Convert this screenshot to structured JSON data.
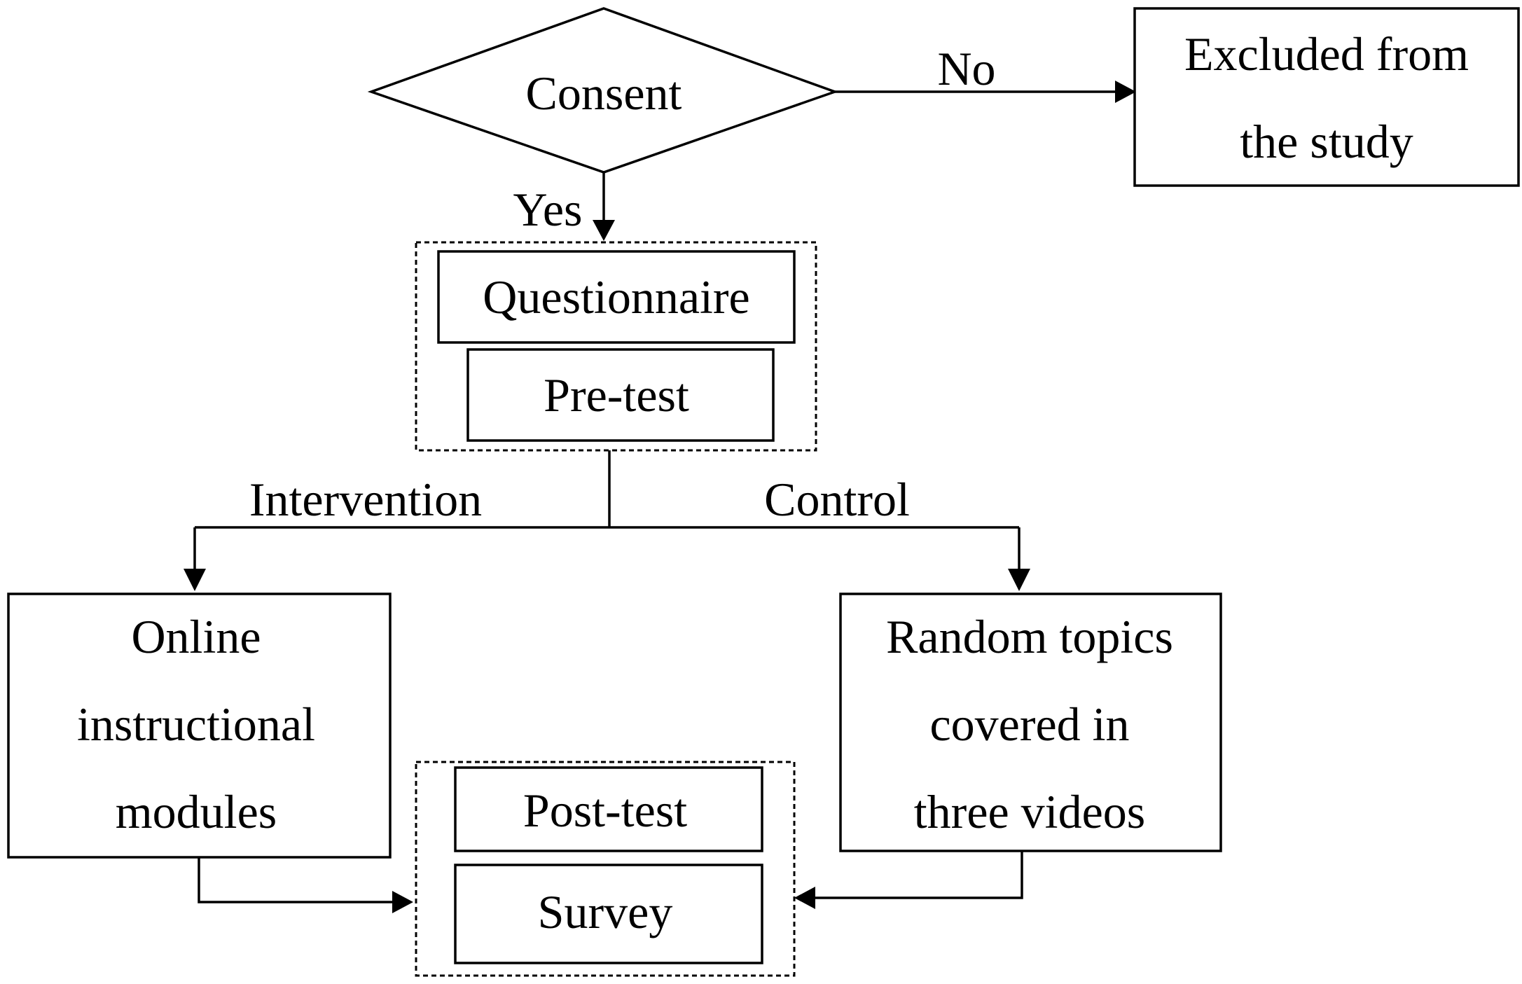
{
  "nodes": {
    "consent": {
      "label": "Consent"
    },
    "excluded": {
      "lines": [
        "Excluded from",
        "the study"
      ]
    },
    "questionnaire": {
      "label": "Questionnaire"
    },
    "pretest": {
      "label": "Pre-test"
    },
    "online_modules": {
      "lines": [
        "Online",
        "instructional",
        "modules"
      ]
    },
    "random_topics": {
      "lines": [
        "Random topics",
        "covered in",
        "three videos"
      ]
    },
    "posttest": {
      "label": "Post-test"
    },
    "survey": {
      "label": "Survey"
    }
  },
  "edges": {
    "consent_no": {
      "label": "No"
    },
    "consent_yes": {
      "label": "Yes"
    },
    "intervention": {
      "label": "Intervention"
    },
    "control": {
      "label": "Control"
    }
  }
}
